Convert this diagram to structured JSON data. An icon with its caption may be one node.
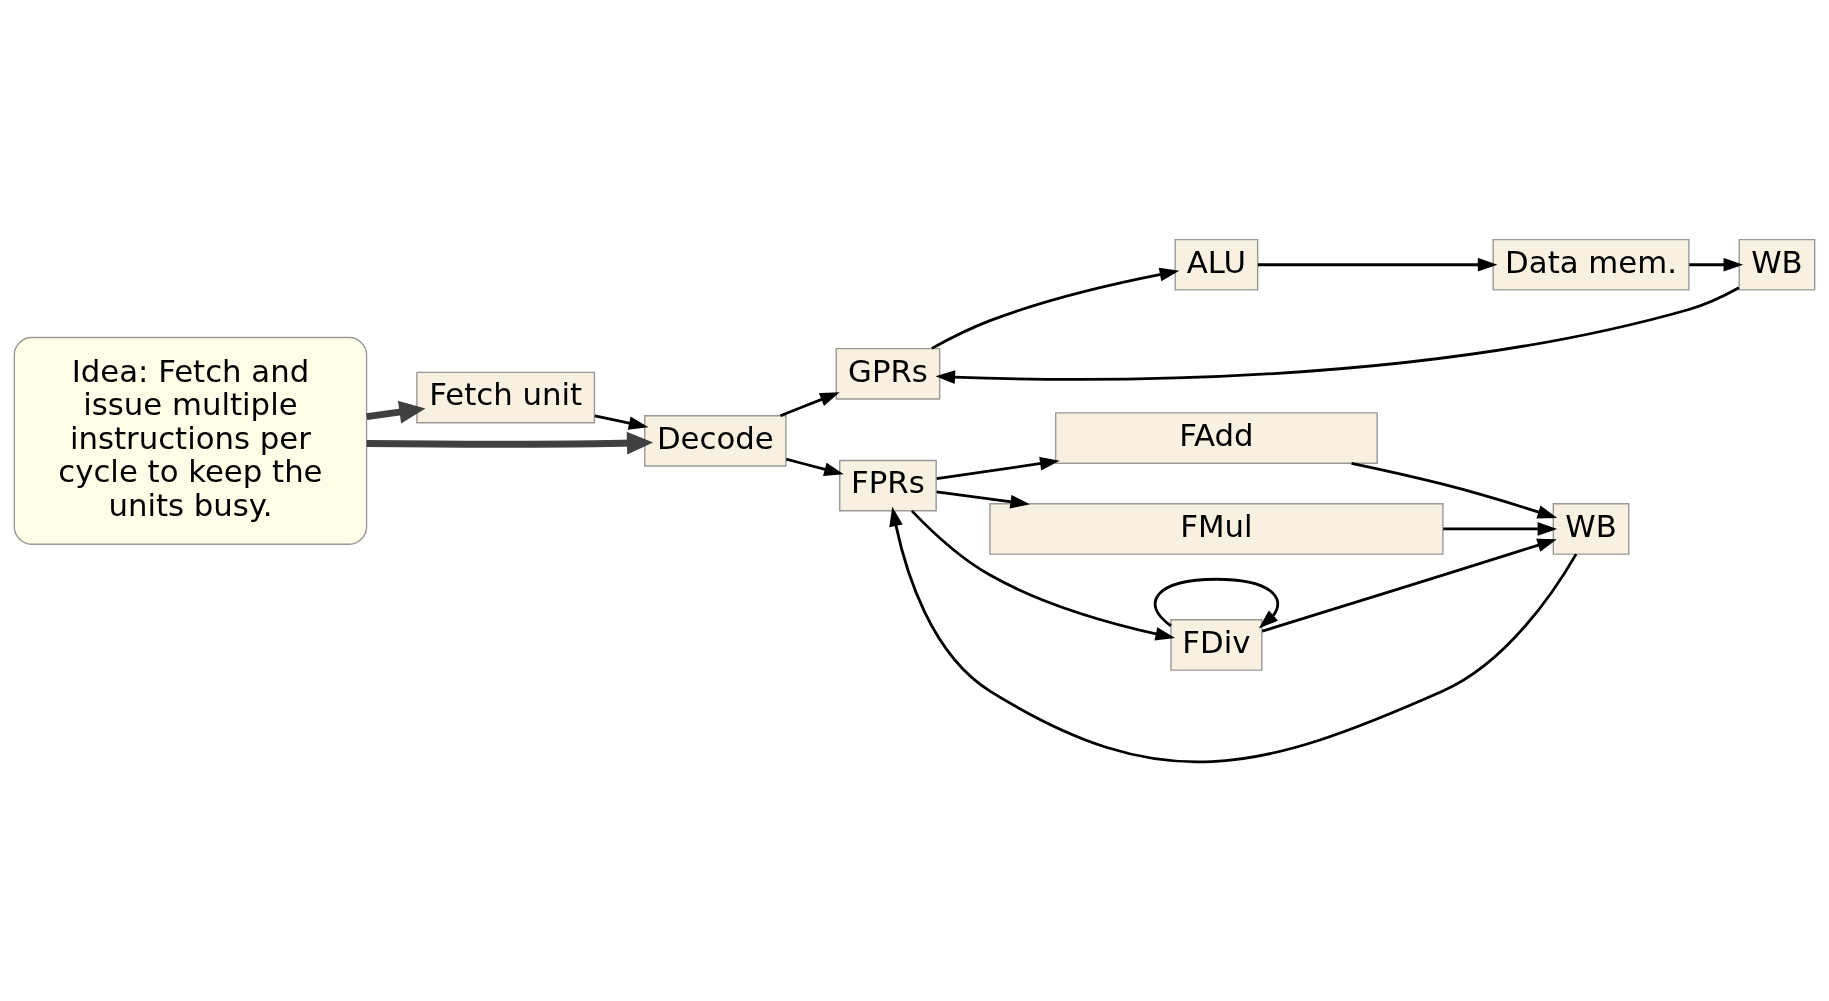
{
  "diagram": {
    "nodes": [
      {
        "text": [
          "Fetch unit"
        ]
      },
      {
        "text": [
          "Decode"
        ]
      },
      {
        "text": [
          "GPRs"
        ]
      },
      {
        "text": [
          "ALU"
        ]
      },
      {
        "text": [
          "Data mem."
        ]
      },
      {
        "text": [
          "WB"
        ]
      },
      {
        "text": [
          "FPRs"
        ]
      },
      {
        "text": [
          "FAdd"
        ]
      },
      {
        "text": [
          "FMul"
        ]
      },
      {
        "text": [
          "WB"
        ]
      },
      {
        "text": [
          "FDiv"
        ]
      },
      {
        "text": [
          "Idea: Fetch and issue multiple instructions per cycle to keep the units busy."
        ]
      }
    ],
    "edges": [
      {
        "from": 0,
        "to": 1,
        "arrow": "to"
      },
      {
        "from": 1,
        "to": 2,
        "arrow": "to"
      },
      {
        "from": 1,
        "to": 6,
        "arrow": "to"
      },
      {
        "from": 2,
        "to": 3,
        "arrow": "to"
      },
      {
        "from": 3,
        "to": 4,
        "arrow": "to"
      },
      {
        "from": 4,
        "to": 5,
        "arrow": "to"
      },
      {
        "from": 5,
        "to": 2,
        "arrow": "to"
      },
      {
        "from": 6,
        "to": 7,
        "arrow": "to"
      },
      {
        "from": 6,
        "to": 8,
        "arrow": "to"
      },
      {
        "from": 6,
        "to": 10,
        "arrow": "to"
      },
      {
        "from": 7,
        "to": 9,
        "arrow": "to"
      },
      {
        "from": 8,
        "to": 9,
        "arrow": "to"
      },
      {
        "from": 10,
        "to": 9,
        "arrow": "to"
      },
      {
        "from": 9,
        "to": 6,
        "arrow": "to"
      },
      {
        "from": 10,
        "to": 10,
        "arrow": "to"
      },
      {
        "from": 11,
        "to": 0,
        "arrow": "to",
        "style": "thick",
        "color": "#404040"
      },
      {
        "from": 11,
        "to": 1,
        "arrow": "to",
        "style": "thick",
        "color": "#404040"
      }
    ]
  }
}
